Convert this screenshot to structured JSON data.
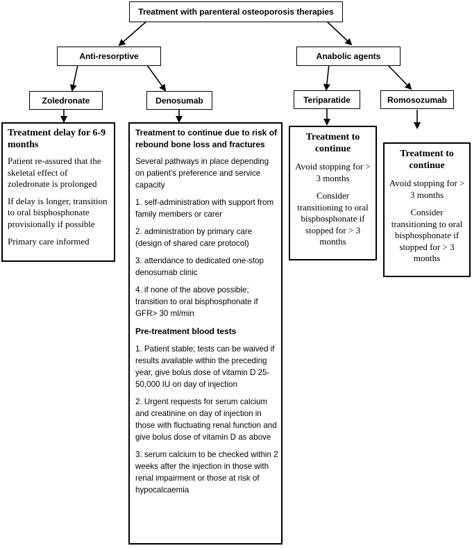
{
  "title": "Treatment with parenteral osteoporosis therapies",
  "branches": {
    "antiresorptive": "Anti-resorptive",
    "anabolic": "Anabolic agents"
  },
  "drugs": {
    "zoledronate": "Zoledronate",
    "denosumab": "Denosumab",
    "teriparatide": "Teriparatide",
    "romosozumab": "Romosozumab"
  },
  "zoledronate_box": {
    "heading": "Treatment delay for 6-9 months",
    "p1": "Patient re-assured that the skeletal effect of zoledronate is prolonged",
    "p2": "If delay is longer, transition to oral bisphosphonate provisionally if possible",
    "p3": "Primary care informed"
  },
  "denosumab_box": {
    "heading": "Treatment to continue due to risk of rebound bone loss and fractures",
    "intro": "Several pathways in place depending on patient’s preference and service capacity",
    "option1": "1. self-administration with support from family members or carer",
    "option2": "2. administration by primary care (design of shared care protocol)",
    "option3": "3. attendance to dedicated one-stop denosumab clinic",
    "option4": "4. if none of the above possible; transition to oral bisphosphonate if GFR> 30 ml/min",
    "blood_heading": "Pre-treatment blood tests",
    "test1": "1. Patient stable; tests can be waived if results available within the preceding year, give bolus dose of vitamin D 25-50,000 IU on day of injection",
    "test2": "2. Urgent requests for serum calcium and creatinine on day of injection in those with fluctuating renal function and give bolus dose of vitamin D as above",
    "test3": "3. serum calcium to be checked within 2 weeks after the injection in those with renal impairment or those at risk of hypocalcaemia"
  },
  "teriparatide_box": {
    "heading": "Treatment to continue",
    "p1": "Avoid stopping for > 3 months",
    "p2": "Consider transitioning to oral bisphosphonate if stopped for > 3 months"
  },
  "romosozumab_box": {
    "heading": "Treatment to continue",
    "p1": "Avoid stopping for > 3 months",
    "p2": "Consider transitioning to oral bisphosphonate if stopped for > 3 months"
  }
}
